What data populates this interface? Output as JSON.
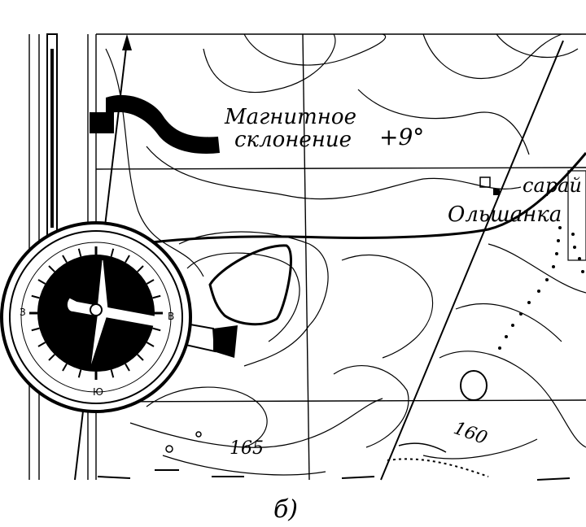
{
  "annotations": {
    "declination_line1": "Магнитное",
    "declination_line2": "склонение",
    "declination_value": "+9°",
    "barn_label": "сарай",
    "village_label": "Ольшанка",
    "height_165": "165",
    "height_160": "160",
    "figure_label": "б)"
  },
  "compass": {
    "markings": [
      "В",
      "Ю",
      "З"
    ]
  },
  "colors": {
    "ink": "#000000",
    "paper": "#ffffff"
  }
}
